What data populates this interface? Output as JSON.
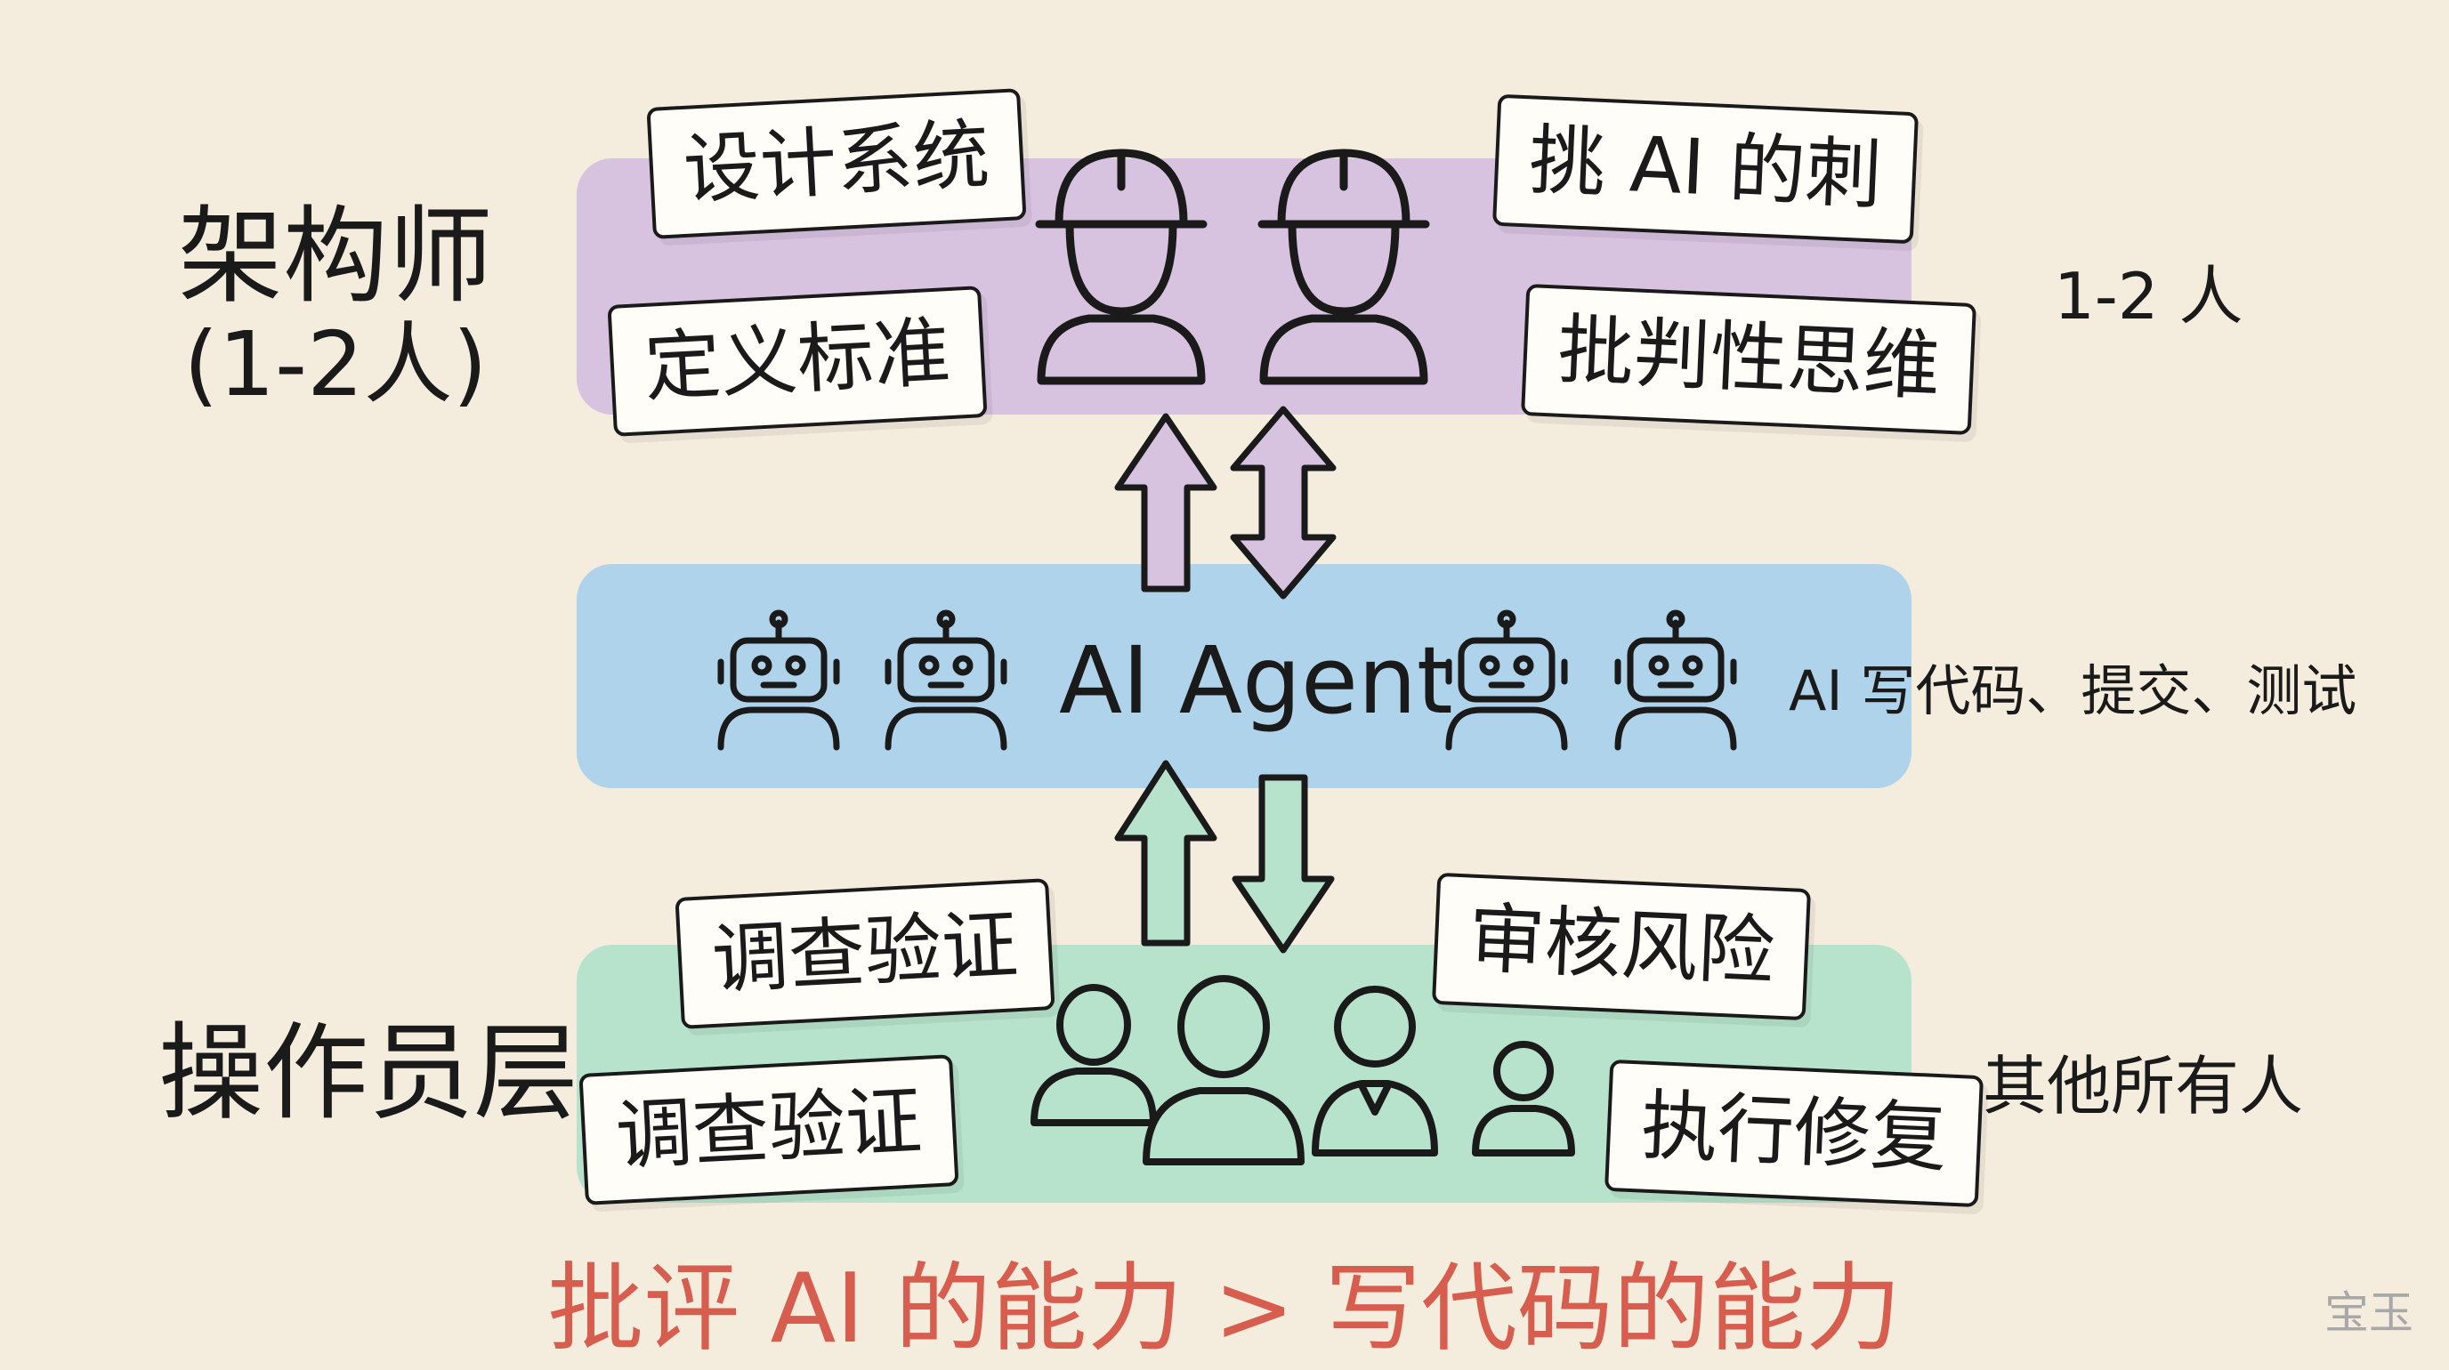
{
  "architect_layer": {
    "title": "架构师",
    "subtitle": "(1-2人)",
    "count_note": "1-2 人",
    "tags": [
      "设计系统",
      "定义标准",
      "挑 AI 的刺",
      "批判性思维"
    ],
    "color": "#d7c2e0"
  },
  "agent_layer": {
    "title": "AI Agent",
    "note": "AI 写代码、提交、测试",
    "color": "#aed3ea"
  },
  "operator_layer": {
    "title": "操作员层",
    "note": "其他所有人",
    "tags": [
      "调查验证",
      "调查验证",
      "审核风险",
      "执行修复"
    ],
    "color": "#b7e3cd"
  },
  "footer": {
    "text": "批评 AI 的能力 > 写代码的能力",
    "color": "#d75d4f"
  },
  "watermark": "宝玉",
  "icons": [
    "hard-hat-person-icon",
    "robot-icon",
    "person-icon",
    "arrow-up-icon",
    "arrow-down-icon",
    "double-arrow-icon"
  ]
}
